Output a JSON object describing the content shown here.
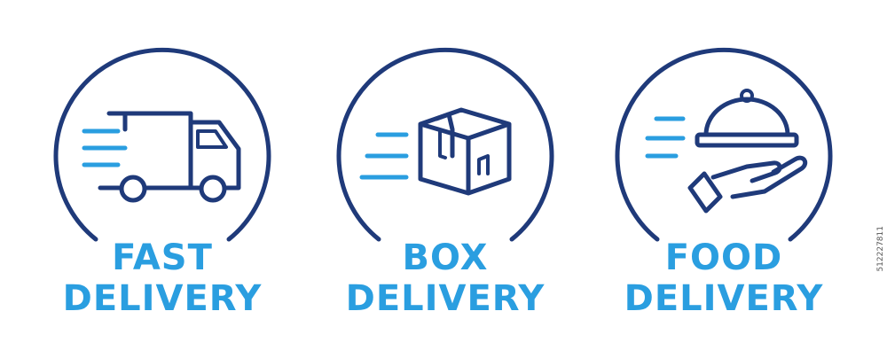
{
  "colors": {
    "navy": "#1f3a7a",
    "accent": "#2a9ee0",
    "background": "#ffffff"
  },
  "badges": [
    {
      "line1": "FAST",
      "line2": "DELIVERY",
      "icon": "delivery-truck-icon"
    },
    {
      "line1": "BOX",
      "line2": "DELIVERY",
      "icon": "package-box-icon"
    },
    {
      "line1": "FOOD",
      "line2": "DELIVERY",
      "icon": "serving-cloche-hand-icon"
    }
  ],
  "side_code": "512227811"
}
